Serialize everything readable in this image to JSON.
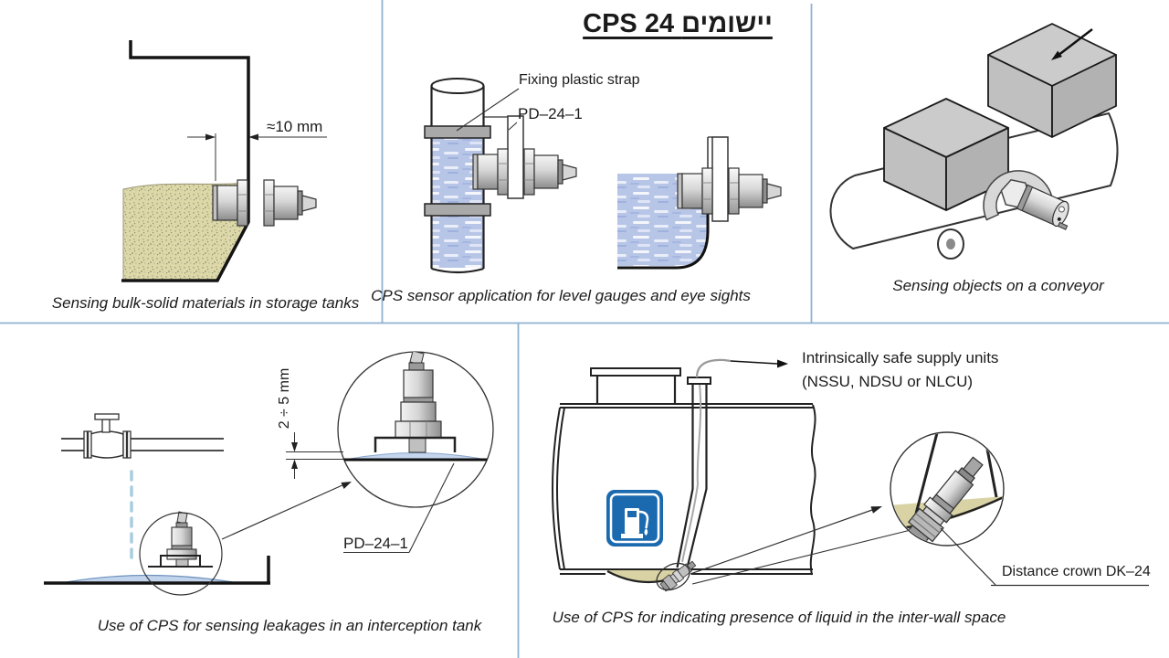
{
  "title": "CPS 24  יישומים",
  "panels": {
    "bulk_solid": {
      "caption": "Sensing bulk-solid materials in storage tanks",
      "dimension_label": "≈10 mm"
    },
    "level_gauge": {
      "caption": "CPS sensor application for level gauges and eye sights",
      "strap_label": "Fixing plastic strap",
      "pd_label": "PD–24–1"
    },
    "conveyor": {
      "caption": "Sensing objects on a conveyor"
    },
    "interception_tank": {
      "caption": "Use of CPS for sensing leakages in an interception tank",
      "dimension_label": "2 ÷ 5 mm",
      "pd_label": "PD–24–1"
    },
    "inter_wall": {
      "caption": "Use of CPS for indicating presence of liquid in the inter-wall space",
      "supply_label_line1": "Intrinsically safe supply units",
      "supply_label_line2": "(NSSU, NDSU or NLCU)",
      "crown_label": "Distance crown DK–24"
    }
  },
  "colors": {
    "divider_blue": "#8fb2d0",
    "bulk_material": "#dcd8a8",
    "liquid_blue": "#b7c5e7",
    "tan_liquid": "#d8d2a4",
    "fuel_sign_blue": "#1b6ab0",
    "metal_gray": "#c9c9c9"
  }
}
